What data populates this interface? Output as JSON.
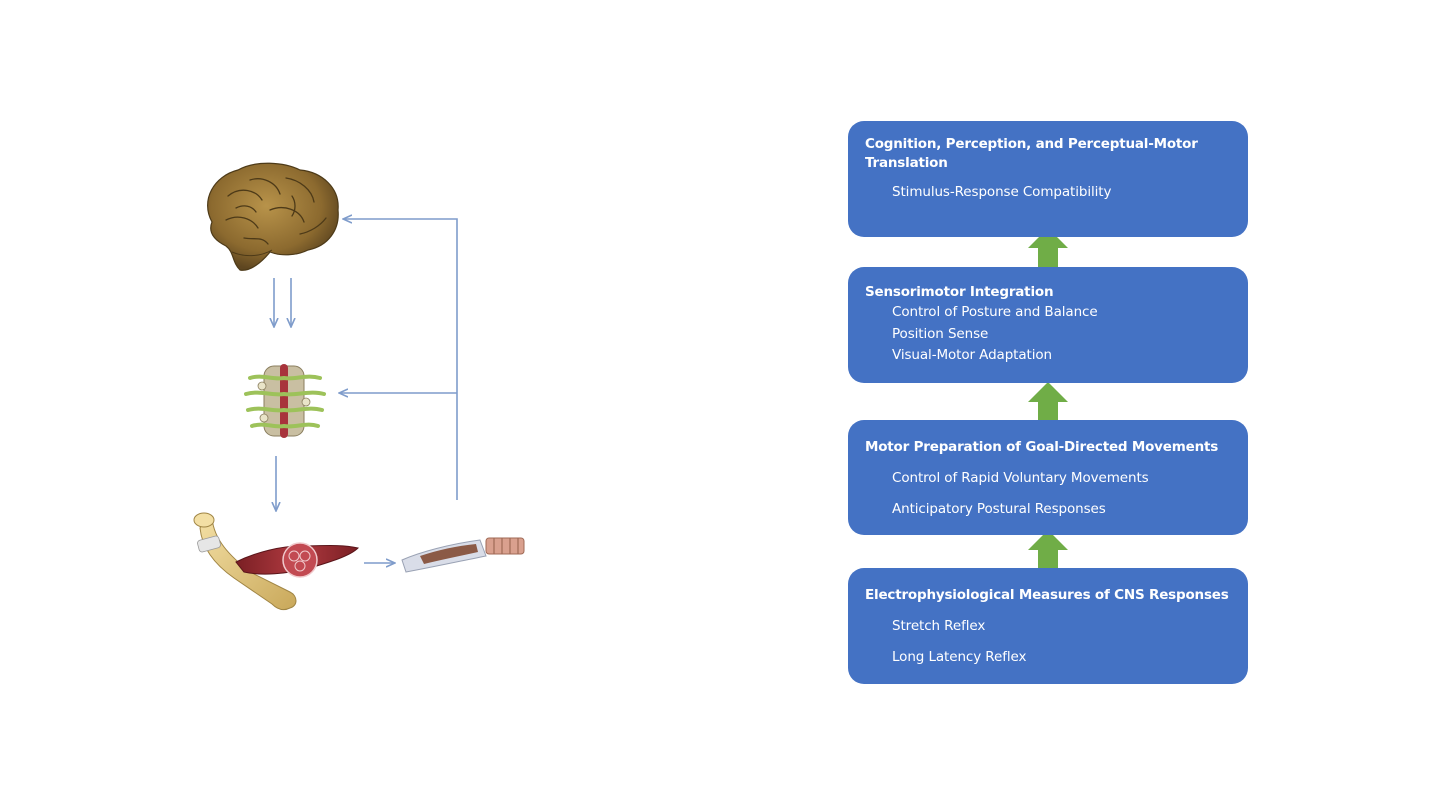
{
  "diagram": {
    "boxes": [
      {
        "title": "Cognition, Perception, and Perceptual-Motor Translation",
        "items": [
          "Stimulus-Response Compatibility"
        ]
      },
      {
        "title": "Sensorimotor Integration",
        "items": [
          "Control of Posture and Balance",
          "Position Sense",
          "Visual-Motor Adaptation"
        ]
      },
      {
        "title": "Motor Preparation of Goal-Directed Movements",
        "items": [
          "Control of Rapid Voluntary Movements",
          "Anticipatory Postural Responses"
        ]
      },
      {
        "title": "Electrophysiological Measures of CNS Responses",
        "items": [
          "Stretch Reflex",
          "Long Latency Reflex"
        ]
      }
    ]
  },
  "colors": {
    "box_fill": "#4472c4",
    "box_text": "#ffffff",
    "up_arrow": "#70ad47",
    "connector_arrow": "#7f9ccb"
  },
  "icons": [
    "brain-icon",
    "spinal-cord-icon",
    "muscle-bone-icon",
    "tendon-receptor-icon"
  ]
}
